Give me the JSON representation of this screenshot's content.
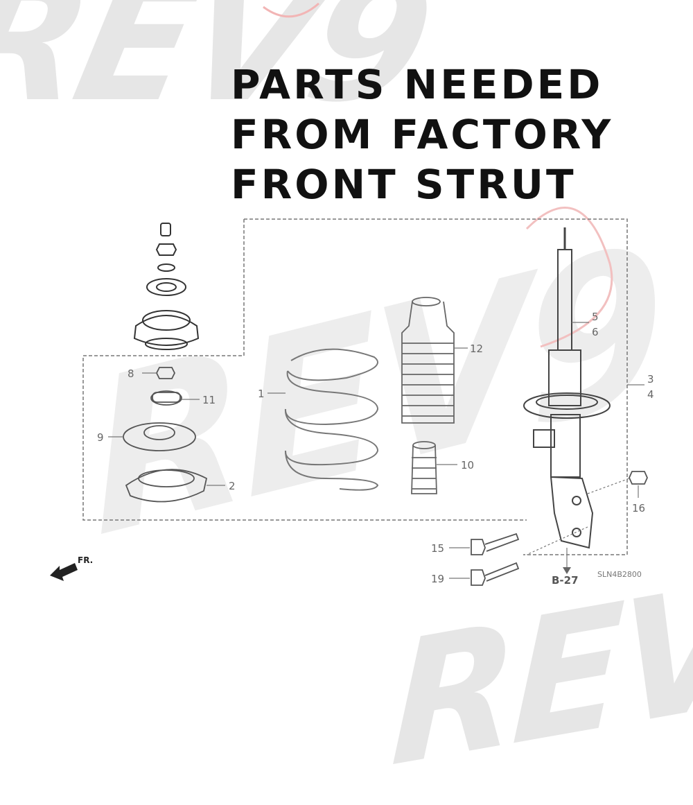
{
  "title_lines": [
    "PARTS NEEDED",
    "FROM FACTORY",
    "FRONT STRUT"
  ],
  "watermark_text": "REV9",
  "callouts": {
    "c1": "1",
    "c2": "2",
    "c3": "3",
    "c4": "4",
    "c5": "5",
    "c6": "6",
    "c8": "8",
    "c9": "9",
    "c10": "10",
    "c11": "11",
    "c12": "12",
    "c15": "15",
    "c16": "16",
    "c19": "19"
  },
  "ref_label": "B-27",
  "diagram_code": "SLN4B2800",
  "direction_label": "FR.",
  "colors": {
    "line": "#555555",
    "watermark": "#e6e6e6",
    "accent": "#e06060",
    "text": "#111111"
  }
}
